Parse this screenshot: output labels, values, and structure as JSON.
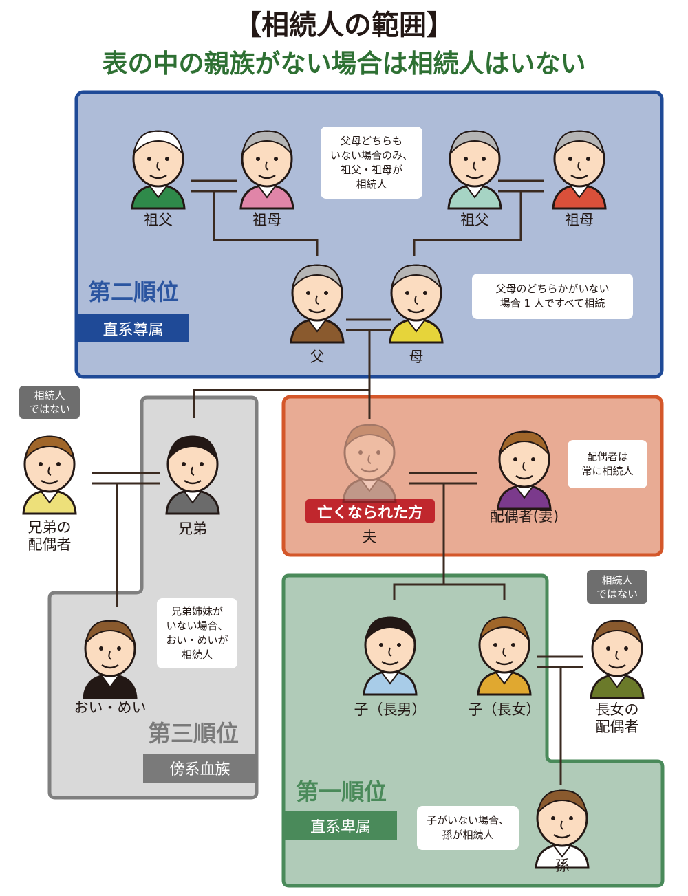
{
  "title": "【相続人の範囲】",
  "subtitle": "表の中の親族がない場合は相続人はいない",
  "colors": {
    "blue_fill": "#aebcd8",
    "blue_border": "#1f4a97",
    "orange_fill": "#e8ab94",
    "orange_border": "#d4572a",
    "gray_fill": "#d9d9d9",
    "gray_border": "#7f7f7f",
    "green_fill": "#b0cbb8",
    "green_border": "#4a8a5a",
    "deceased": "#c0272d"
  },
  "second": {
    "rank": "第二順位",
    "tag": "直系尊属",
    "bubble1": "父母どちらも\nいない場合のみ、\n祖父・祖母が\n相続人",
    "bubble2": "父母のどちらかがいない\n場合 1 人ですべて相続"
  },
  "center": {
    "deceased_tag": "亡くなられた方",
    "bubble": "配偶者は\n常に相続人"
  },
  "third": {
    "rank": "第三順位",
    "tag": "傍系血族",
    "bubble": "兄弟姉妹が\nいない場合、\nおい・めいが\n相続人",
    "badge": "相続人\nではない"
  },
  "first": {
    "rank": "第一順位",
    "tag": "直系卑属",
    "bubble": "子がいない場合、\n孫が相続人",
    "badge": "相続人\nではない"
  },
  "people": [
    {
      "label": "祖父",
      "hair": "#ffffff",
      "shirt": "#2f8a4a",
      "skin": "#fbdcc0"
    },
    {
      "label": "祖母",
      "hair": "#b5b5b5",
      "shirt": "#e085a8",
      "skin": "#fbdcc0"
    },
    {
      "label": "祖父",
      "hair": "#b5b5b5",
      "shirt": "#a6d4c4",
      "skin": "#fbdcc0"
    },
    {
      "label": "祖母",
      "hair": "#b5b5b5",
      "shirt": "#d9503a",
      "skin": "#fbdcc0"
    },
    {
      "label": "父",
      "hair": "#b5b5b5",
      "shirt": "#8a5a2e",
      "skin": "#fbdcc0"
    },
    {
      "label": "母",
      "hair": "#b5b5b5",
      "shirt": "#e6d43a",
      "skin": "#fbdcc0"
    },
    {
      "label": "夫",
      "hair": "#8a5a2e",
      "shirt": "#777777",
      "skin": "#fbdcc0"
    },
    {
      "label": "配偶者(妻)",
      "hair": "#a0662a",
      "shirt": "#7b3a8c",
      "skin": "#fbdcc0"
    },
    {
      "label": "兄弟",
      "hair": "#231815",
      "shirt": "#6b6b6b",
      "skin": "#fbdcc0"
    },
    {
      "label": "兄弟の\n配偶者",
      "hair": "#a0662a",
      "shirt": "#ede07a",
      "skin": "#fbdcc0"
    },
    {
      "label": "おい・めい",
      "hair": "#8a5a2e",
      "shirt": "#231815",
      "skin": "#fbdcc0"
    },
    {
      "label": "子（長男）",
      "hair": "#231815",
      "shirt": "#a8cce8",
      "skin": "#fbdcc0"
    },
    {
      "label": "子（長女）",
      "hair": "#a0662a",
      "shirt": "#e0a830",
      "skin": "#fbdcc0"
    },
    {
      "label": "長女の\n配偶者",
      "hair": "#8a5a2e",
      "shirt": "#6b7a2a",
      "skin": "#fbdcc0"
    },
    {
      "label": "孫",
      "hair": "#8a5a2e",
      "shirt": "#ffffff",
      "skin": "#fbdcc0"
    }
  ]
}
